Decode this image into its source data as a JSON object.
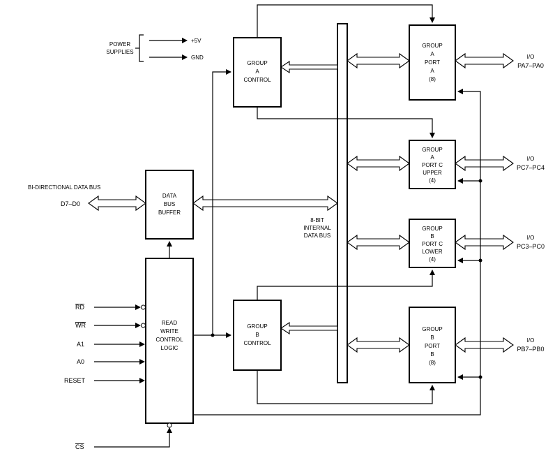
{
  "blocks": {
    "group_a_control": [
      "GROUP",
      "A",
      "CONTROL"
    ],
    "group_b_control": [
      "GROUP",
      "B",
      "CONTROL"
    ],
    "data_bus_buffer": [
      "DATA",
      "BUS",
      "BUFFER"
    ],
    "read_write_logic": [
      "READ",
      "WRITE",
      "CONTROL",
      "LOGIC"
    ],
    "group_a_port_a": [
      "GROUP",
      "A",
      "PORT",
      "A",
      "(8)"
    ],
    "group_a_port_c_upper": [
      "GROUP",
      "A",
      "PORT C",
      "UPPER",
      "(4)"
    ],
    "group_b_port_c_lower": [
      "GROUP",
      "B",
      "PORT C",
      "LOWER",
      "(4)"
    ],
    "group_b_port_b": [
      "GROUP",
      "B",
      "PORT",
      "B",
      "(8)"
    ]
  },
  "labels": {
    "power_supplies": [
      "POWER",
      "SUPPLIES"
    ],
    "plus_5v": "+5V",
    "gnd": "GND",
    "bidirectional_bus": "BI-DIRECTIONAL DATA BUS",
    "d7_d0": "D7–D0",
    "internal_bus": [
      "8-BIT",
      "INTERNAL",
      "DATA BUS"
    ],
    "io": "I/O",
    "pa": "PA7–PA0",
    "pc_upper": "PC7–PC4",
    "pc_lower": "PC3–PC0",
    "pb": "PB7–PB0"
  },
  "signals": {
    "rd": "RD",
    "wr": "WR",
    "a1": "A1",
    "a0": "A0",
    "reset": "RESET",
    "cs": "CS"
  }
}
